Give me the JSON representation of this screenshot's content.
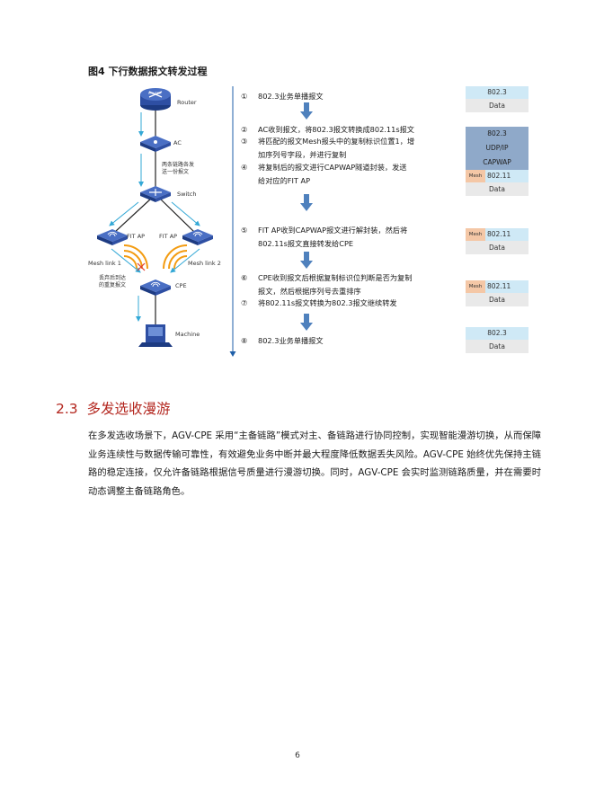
{
  "figure": {
    "title": "图4  下行数据报文转发过程",
    "nodes": {
      "router": "Router",
      "ac": "AC",
      "switch": "Switch",
      "fit_ap_left": "FIT AP",
      "fit_ap_right": "FIT AP",
      "cpe": "CPE",
      "machine": "Machine",
      "mesh_link_1": "Mesh link 1",
      "mesh_link_2": "Mesh link 2",
      "router_badge": "ROUTER"
    },
    "notes": {
      "dual_send_line1": "两条链路各发",
      "dual_send_line2": "送一份报文",
      "drop_line1": "丢弃后到达",
      "drop_line2": "的重复报文"
    },
    "steps": [
      {
        "num": "①",
        "line1": "802.3业务单播报文",
        "line2": ""
      },
      {
        "num": "②",
        "line1": "AC收到报文，将802.3报文转换成802.11s报文",
        "line2": ""
      },
      {
        "num": "③",
        "line1": "将匹配的报文Mesh报头中的复制标识位置1，增",
        "line2": "加序列号字段，并进行复制"
      },
      {
        "num": "④",
        "line1": "将复制后的报文进行CAPWAP隧道封装，发送",
        "line2": "给对应的FIT AP"
      },
      {
        "num": "⑤",
        "line1": "FIT AP收到CAPWAP报文进行解封装，然后将",
        "line2": "802.11s报文直接转发给CPE"
      },
      {
        "num": "⑥",
        "line1": "CPE收到报文后根据复制标识位判断是否为复制",
        "line2": "报文，然后根据序列号去重排序"
      },
      {
        "num": "⑦",
        "line1": "将802.11s报文转换为802.3报文继续转发",
        "line2": ""
      },
      {
        "num": "⑧",
        "line1": "802.3业务单播报文",
        "line2": ""
      }
    ],
    "packets": {
      "p1": {
        "header": "802.3",
        "data": "Data"
      },
      "p2": {
        "h1": "802.3",
        "h2": "UDP/IP",
        "h3": "CAPWAP",
        "mesh": "Mesh",
        "h4": "802.11",
        "data": "Data"
      },
      "p3": {
        "mesh": "Mesh",
        "header": "802.11",
        "data": "Data"
      },
      "p4": {
        "mesh": "Mesh",
        "header": "802.11",
        "data": "Data"
      },
      "p5": {
        "header": "802.3",
        "data": "Data"
      }
    },
    "colors": {
      "arrow_blue": "#4f81bd",
      "device_blue": "#2e4fa3",
      "flow_cyan": "#33a8d6",
      "wifi_orange": "#f39c12",
      "drop_red": "#e03c31",
      "timeline": "#1f5fa8"
    }
  },
  "section": {
    "number": "2.3",
    "title": "多发选收漫游",
    "paragraph": "在多发选收场景下，AGV-CPE 采用“主备链路”模式对主、备链路进行协同控制，实现智能漫游切换，从而保障业务连续性与数据传输可靠性，有效避免业务中断并最大程度降低数据丢失风险。AGV-CPE 始终优先保持主链路的稳定连接，仅允许备链路根据信号质量进行漫游切换。同时，AGV-CPE 会实时监测链路质量，并在需要时动态调整主备链路角色。"
  },
  "page_number": "6"
}
